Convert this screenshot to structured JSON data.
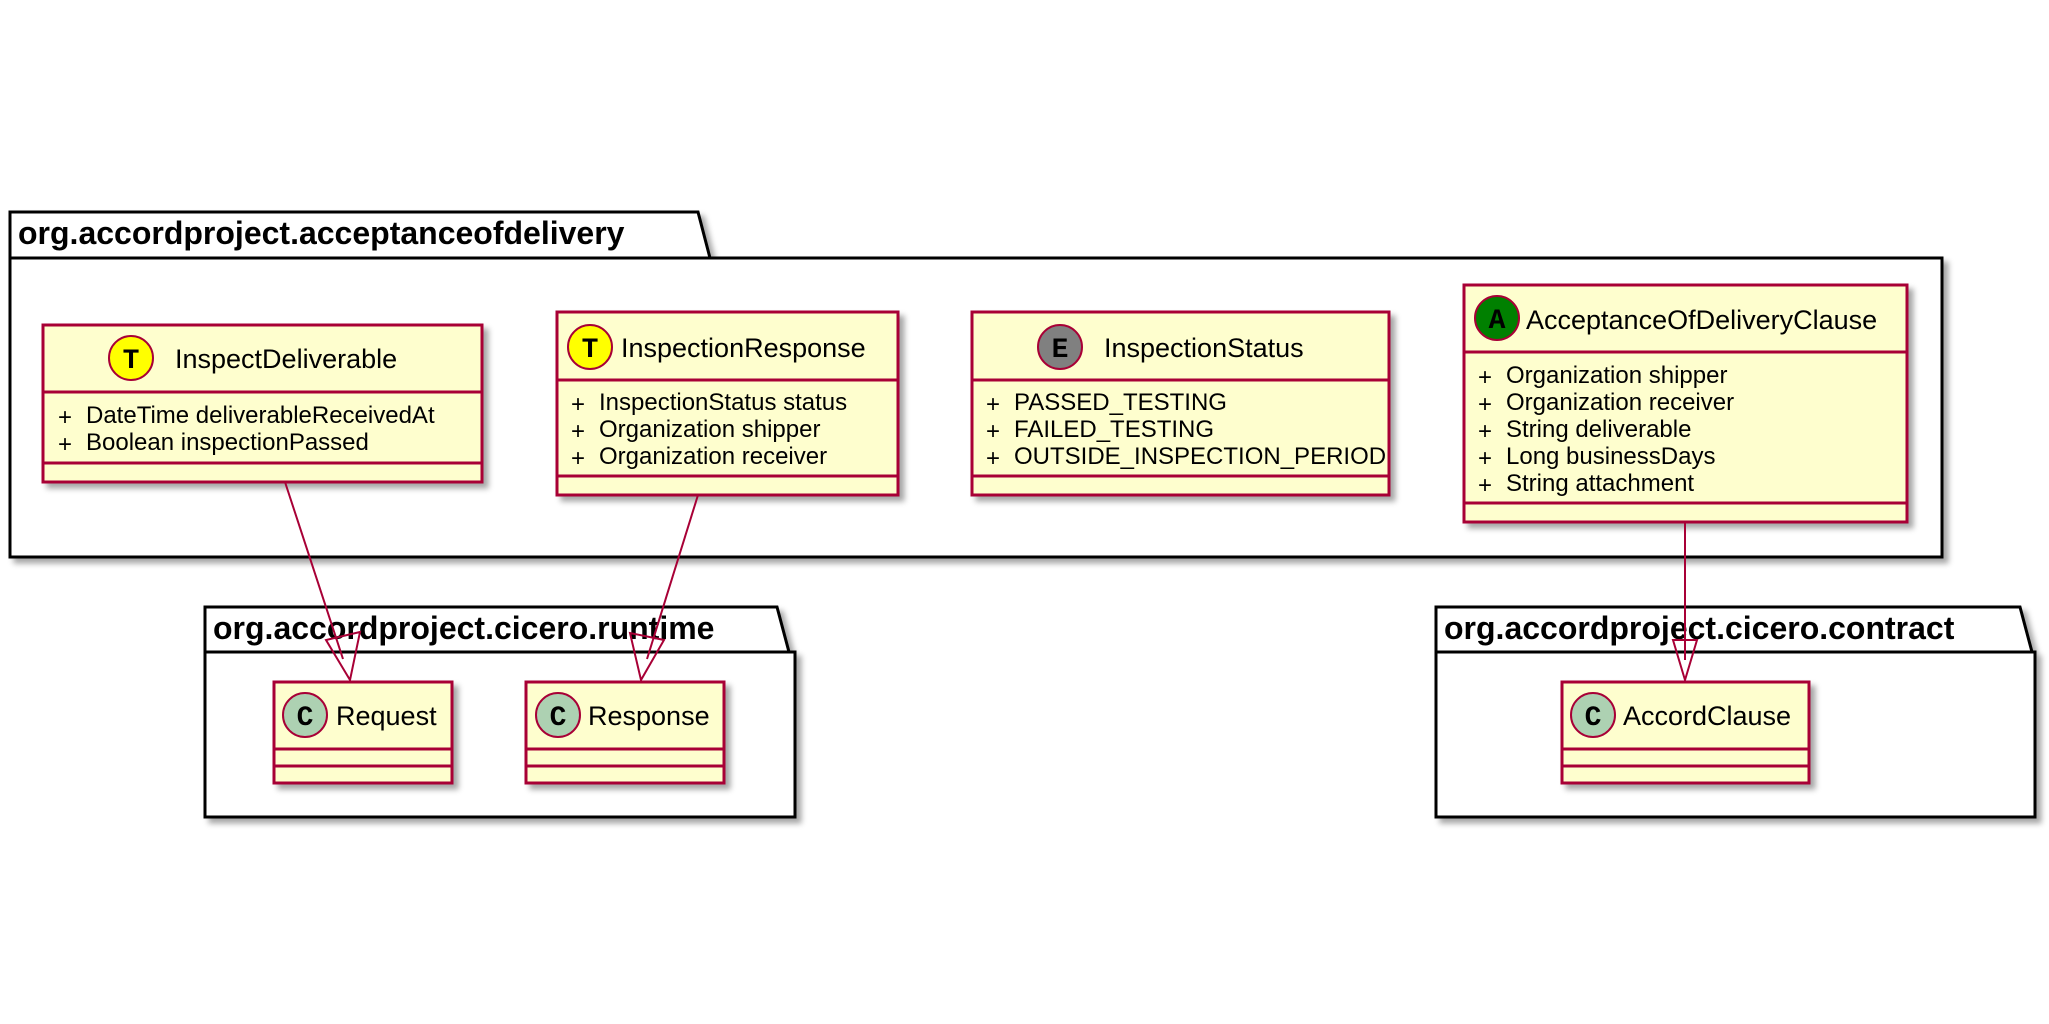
{
  "packages": {
    "acceptance": {
      "title": "org.accordproject.acceptanceofdelivery"
    },
    "runtime": {
      "title": "org.accordproject.cicero.runtime"
    },
    "contract": {
      "title": "org.accordproject.cicero.contract"
    }
  },
  "classes": {
    "inspect_deliverable": {
      "stereotype": "T",
      "name": "InspectDeliverable",
      "attributes": [
        "DateTime deliverableReceivedAt",
        "Boolean inspectionPassed"
      ]
    },
    "inspection_response": {
      "stereotype": "T",
      "name": "InspectionResponse",
      "attributes": [
        "InspectionStatus status",
        "Organization shipper",
        "Organization receiver"
      ]
    },
    "inspection_status": {
      "stereotype": "E",
      "name": "InspectionStatus",
      "attributes": [
        "PASSED_TESTING",
        "FAILED_TESTING",
        "OUTSIDE_INSPECTION_PERIOD"
      ]
    },
    "acceptance_clause": {
      "stereotype": "A",
      "name": "AcceptanceOfDeliveryClause",
      "attributes": [
        "Organization shipper",
        "Organization receiver",
        "String deliverable",
        "Long businessDays",
        "String attachment"
      ]
    },
    "request": {
      "stereotype": "C",
      "name": "Request"
    },
    "response": {
      "stereotype": "C",
      "name": "Response"
    },
    "accord_clause": {
      "stereotype": "C",
      "name": "AccordClause"
    }
  },
  "visibility_symbol": "+",
  "relations": [
    {
      "from": "InspectDeliverable",
      "to": "Request",
      "type": "extends"
    },
    {
      "from": "InspectionResponse",
      "to": "Response",
      "type": "extends"
    },
    {
      "from": "AcceptanceOfDeliveryClause",
      "to": "AccordClause",
      "type": "extends"
    }
  ],
  "colors": {
    "class_fill": "#FEFECE",
    "class_border": "#A80036",
    "stereotype_T": "#FFFF00",
    "stereotype_E": "#808080",
    "stereotype_A": "#008000",
    "stereotype_C": "#ADD1B2"
  }
}
